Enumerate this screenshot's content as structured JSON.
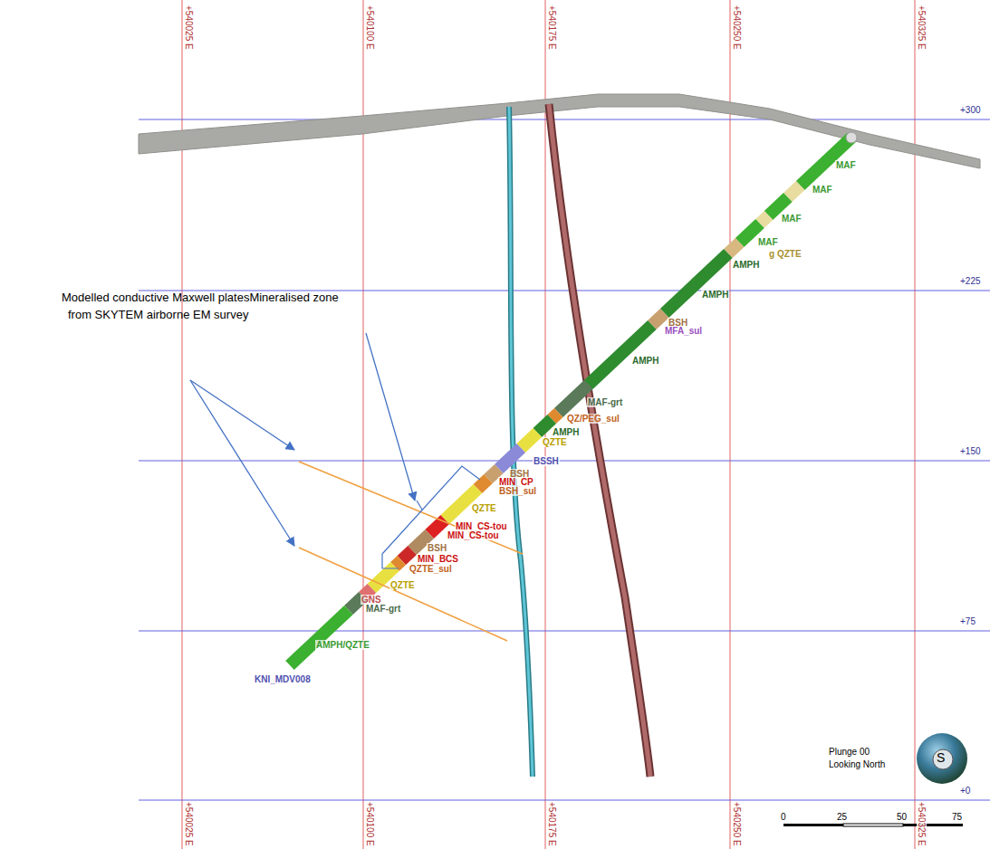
{
  "diagram": {
    "labels": [
      "+540025 E",
      "+540100 E",
      "+540175 E",
      "+540250 E",
      "+540325 E",
      "+540025 E",
      "+540100 E",
      "+540175 E",
      "+540250 E",
      "+540325 E",
      "+300",
      "+225",
      "+150",
      "+75",
      "+0",
      "Modelled conductive Maxwell platesMineralised zone",
      "from SKYTEM airborne EM survey",
      "MAF",
      "MAF",
      "MAF",
      "MAF",
      "g QZTE",
      "AMPH",
      "AMPH",
      "BSH",
      "MFA_sul",
      "AMPH",
      "MAF-grt",
      "QZ/PEG_sul",
      "AMPH",
      "QZTE",
      "BSSH",
      "BSH",
      "MIN_CP",
      "BSH_sul",
      "QZTE",
      "MIN_CS-tou",
      "MIN_CS-tou",
      "BSH",
      "MIN_BCS",
      "QZTE_sul",
      "QZTE",
      "GNS",
      "MAF-grt",
      "AMPH/QZTE",
      "KNI_MDV008",
      "Plunge 00",
      "Looking North",
      "S",
      "0",
      "25",
      "50",
      "75"
    ]
  }
}
